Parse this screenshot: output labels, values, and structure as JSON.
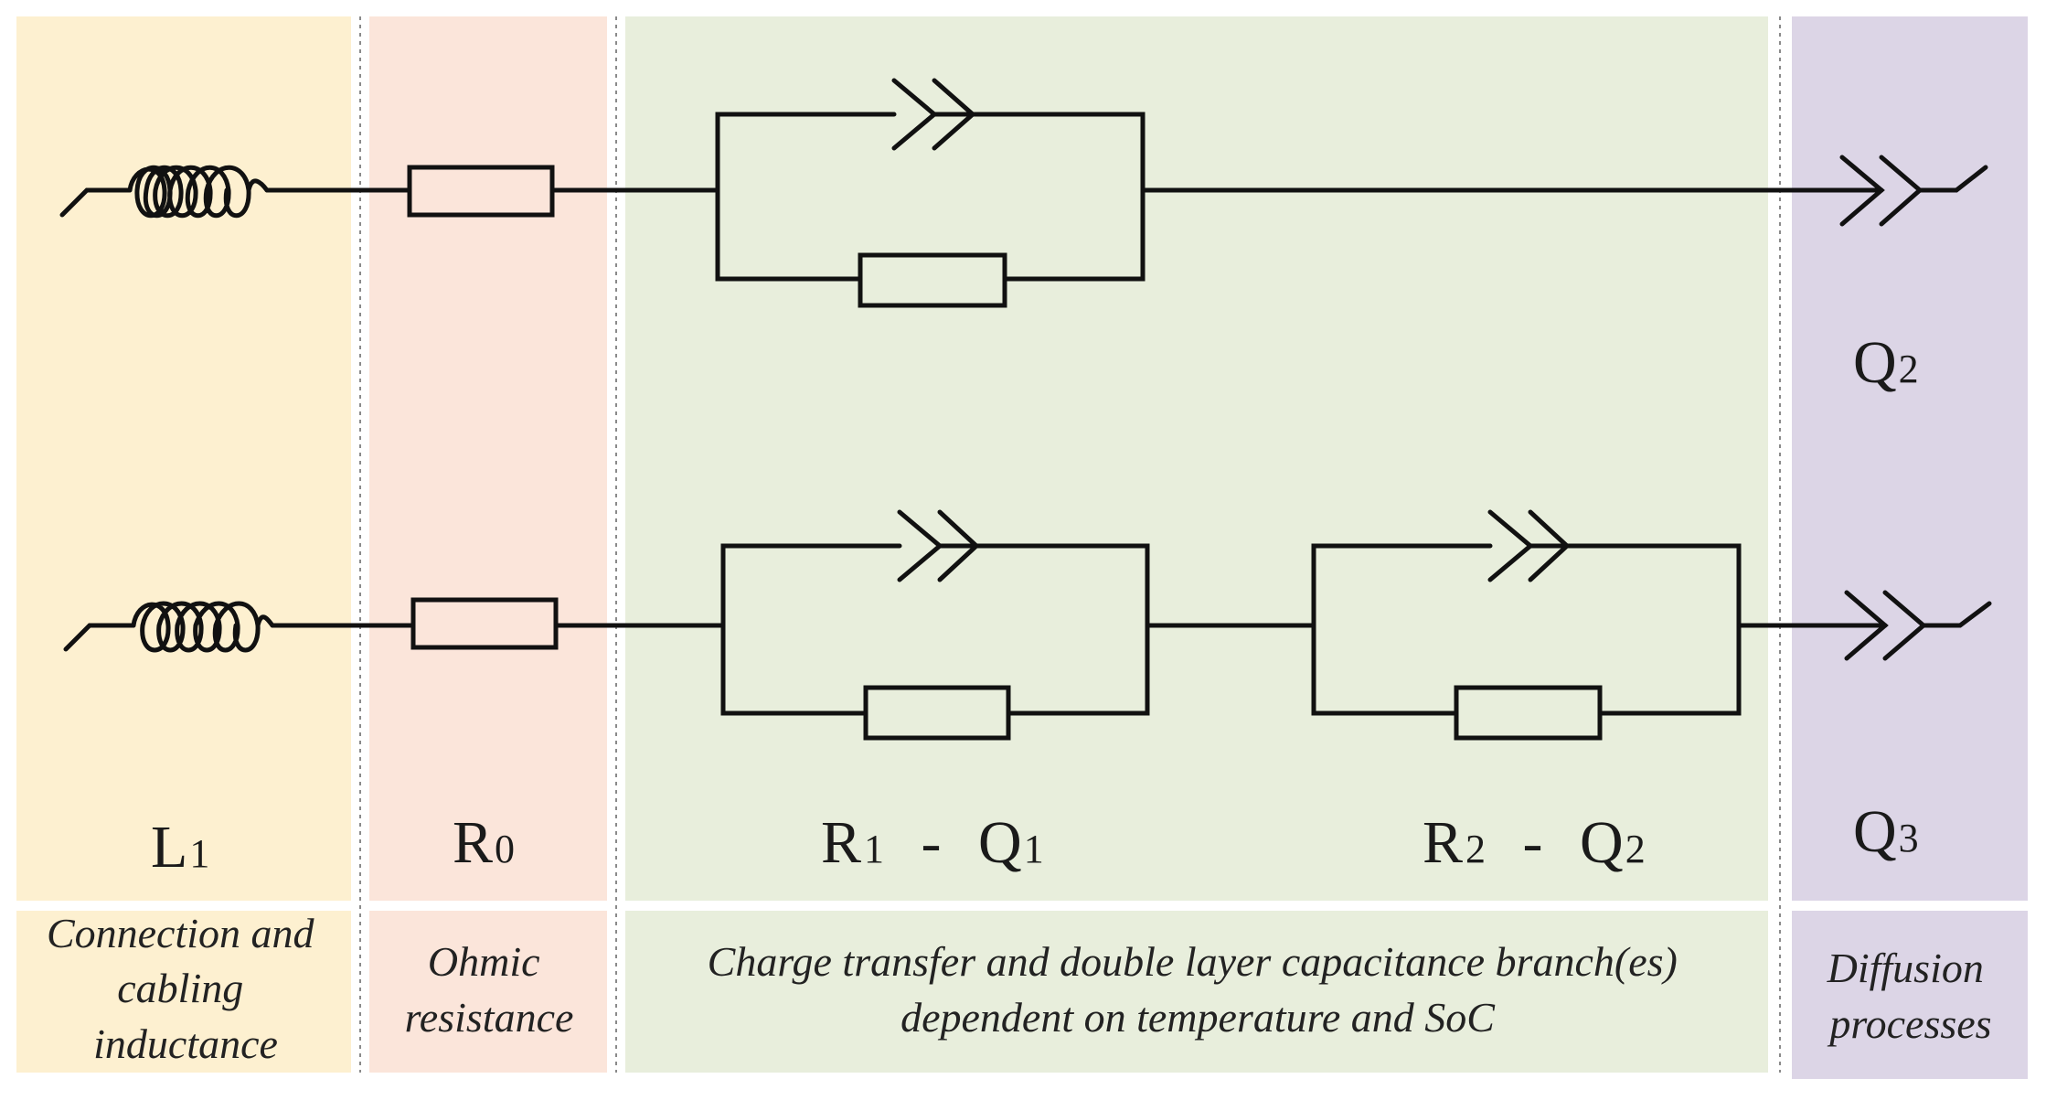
{
  "colors": {
    "inductance_band": "#FDF0D0",
    "ohmic_band": "#FBE5DA",
    "charge_transfer_band": "#E8EEDC",
    "diffusion_band": "#DCD5E6",
    "wire": "#111111"
  },
  "labels": {
    "L1": {
      "main": "L",
      "sub": "1"
    },
    "R0": {
      "main": "R",
      "sub": "0"
    },
    "R1Q1": {
      "r": "R",
      "r_sub": "1",
      "sep": " - ",
      "q": "Q",
      "q_sub": "1"
    },
    "R2Q2": {
      "r": "R",
      "r_sub": "2",
      "sep": " - ",
      "q": "Q",
      "q_sub": "2"
    },
    "Q2_top": {
      "main": "Q",
      "sub": "2"
    },
    "Q3": {
      "main": "Q",
      "sub": "3"
    }
  },
  "captions": {
    "inductance": [
      "Connection and",
      "cabling",
      "inductance"
    ],
    "ohmic": [
      "Ohmic",
      "resistance"
    ],
    "charge_transfer": [
      "Charge transfer and double layer capacitance branch(es)",
      "dependent on temperature and SoC"
    ],
    "diffusion": [
      "Diffusion",
      "processes"
    ]
  }
}
